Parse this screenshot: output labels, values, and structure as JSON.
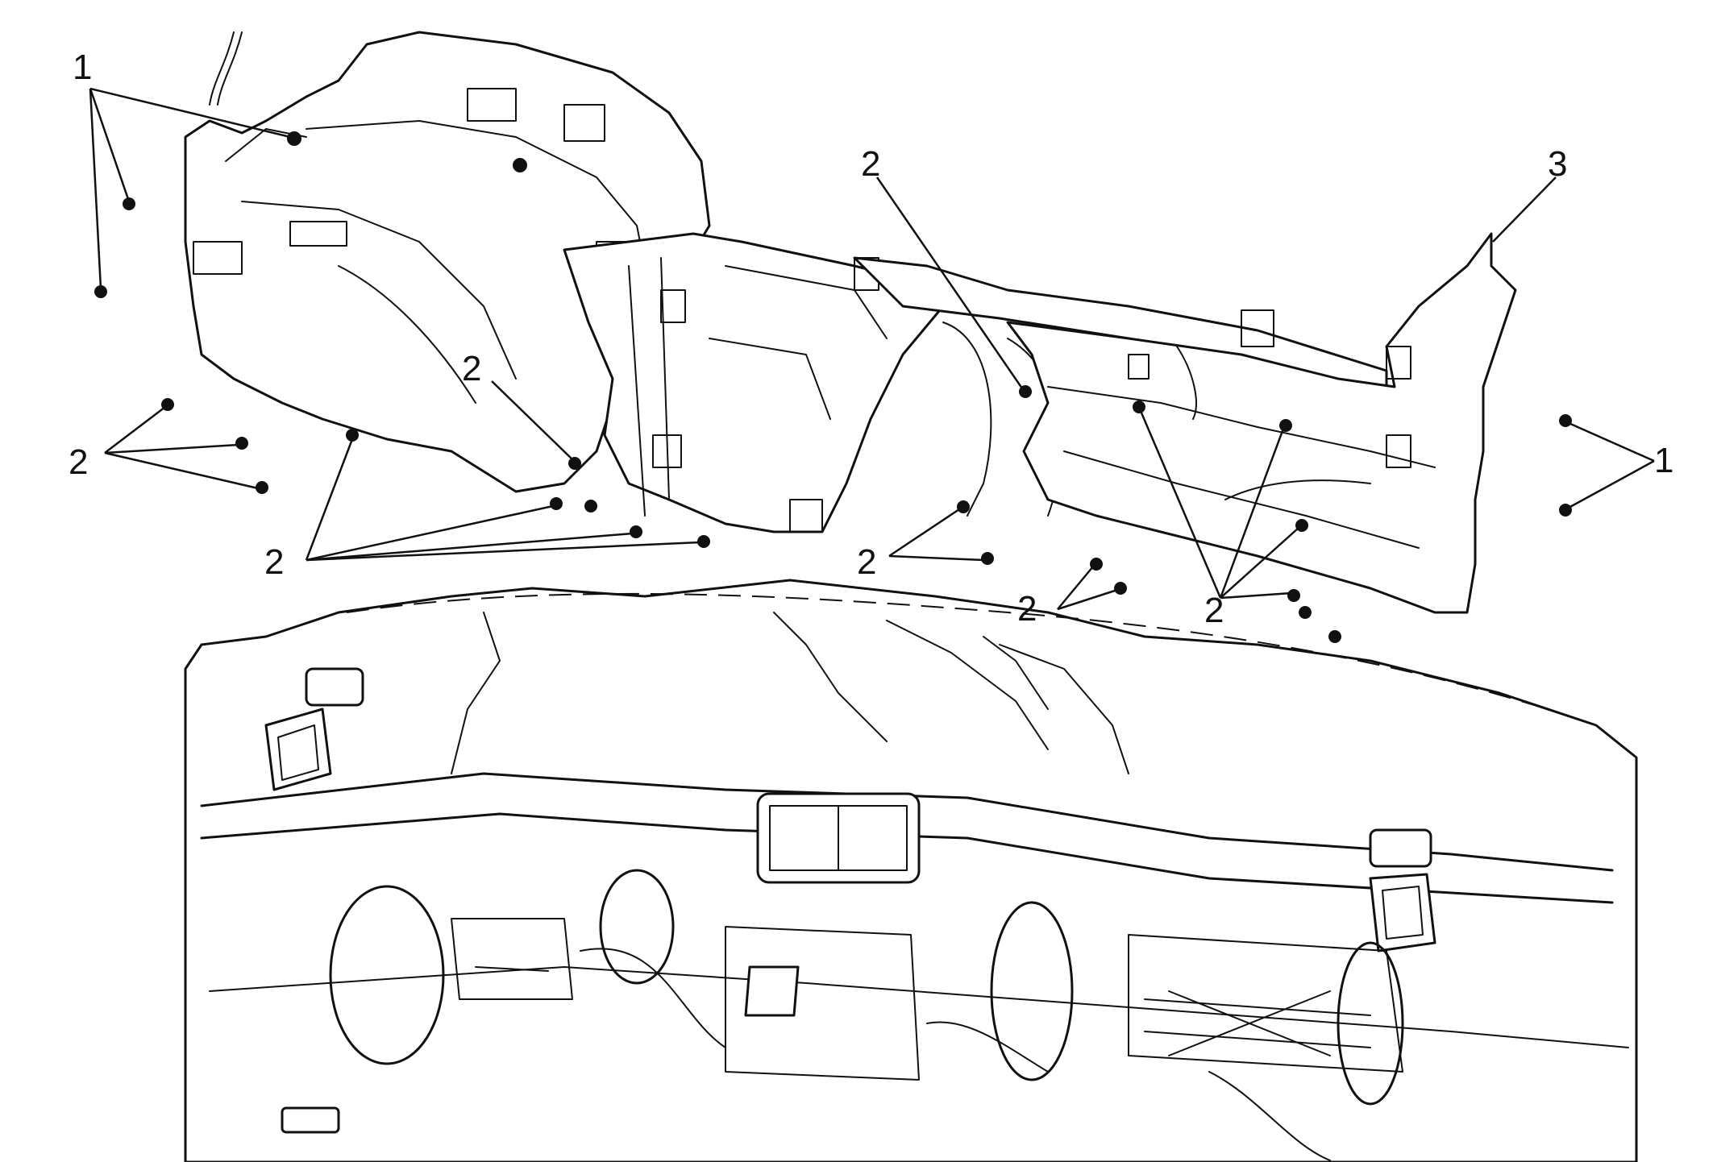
{
  "callouts": {
    "c1_left": "1",
    "c2_left_a": "2",
    "c2_left_b": "2",
    "c2_left_c": "2",
    "c2_center_top": "2",
    "c2_mid_low": "2",
    "c2_mid_low2": "2",
    "c2_right_low": "2",
    "c3_right": "3",
    "c1_right": "1"
  }
}
